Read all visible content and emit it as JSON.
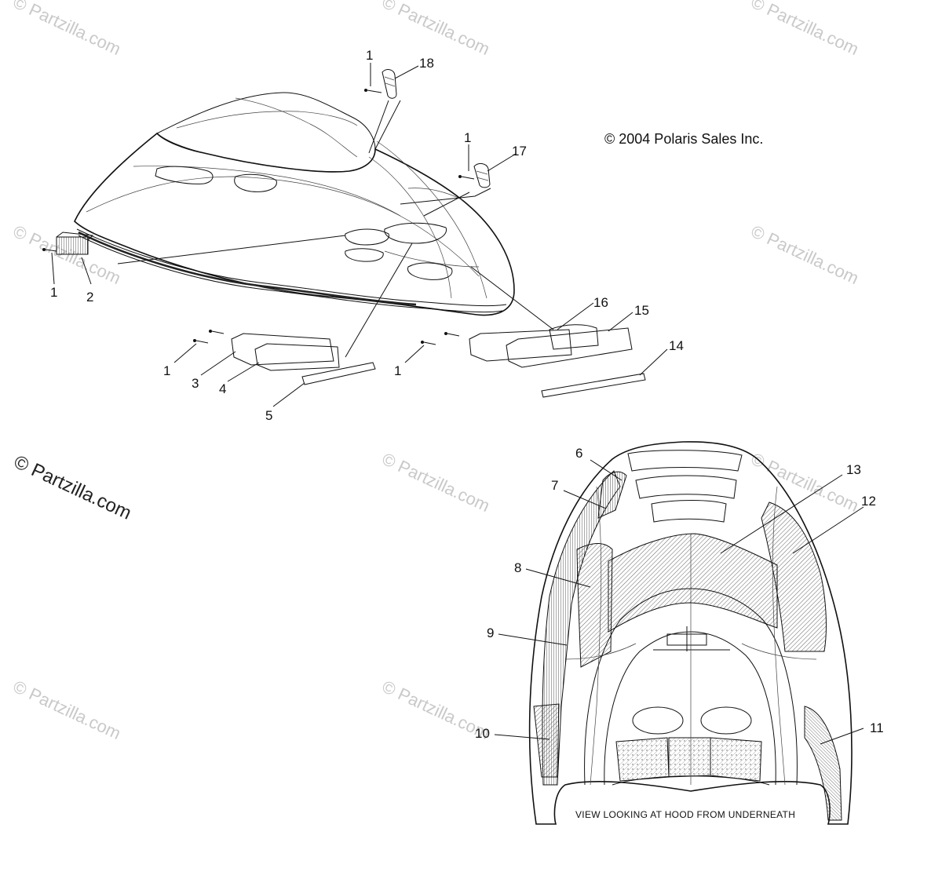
{
  "copyright": "© 2004 Polaris Sales Inc.",
  "caption": "VIEW LOOKING AT HOOD FROM UNDERNEATH",
  "watermark": {
    "main": "© Partzilla.com",
    "faint": "© Partzilla.com"
  },
  "callouts": {
    "c1a": "1",
    "c18": "18",
    "c1b": "1",
    "c17": "17",
    "c1c": "1",
    "c2": "2",
    "c1d": "1",
    "c3": "3",
    "c4": "4",
    "c5": "5",
    "c1e": "1",
    "c16": "16",
    "c15": "15",
    "c14": "14",
    "c6": "6",
    "c7": "7",
    "c8": "8",
    "c9": "9",
    "c10": "10",
    "c11": "11",
    "c12": "12",
    "c13": "13"
  }
}
